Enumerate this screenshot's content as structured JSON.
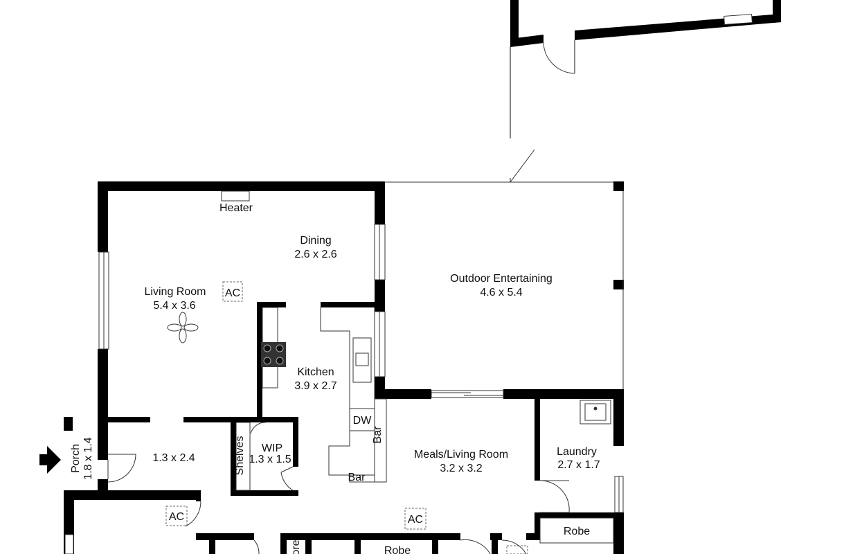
{
  "rooms": {
    "living": {
      "name": "Living Room",
      "dims": "5.4 x 3.6"
    },
    "dining": {
      "name": "Dining",
      "dims": "2.6 x 2.6"
    },
    "kitchen": {
      "name": "Kitchen",
      "dims": "3.9 x 2.7"
    },
    "outdoor": {
      "name": "Outdoor Entertaining",
      "dims": "4.6 x 5.4"
    },
    "entry": {
      "dims": "1.3 x 2.4"
    },
    "wip": {
      "name": "WIP",
      "dims": "1.3 x 1.5"
    },
    "porch": {
      "name": "Porch",
      "dims": "1.8 x 1.4"
    },
    "meals": {
      "name": "Meals/Living Room",
      "dims": "3.2 x 3.2"
    },
    "laundry": {
      "name": "Laundry",
      "dims": "2.7 x 1.7"
    }
  },
  "fixtures": {
    "heater": "Heater",
    "ac": "AC",
    "dw": "DW",
    "bar": "Bar",
    "shelves": "Shelves",
    "robe": "Robe",
    "store_partial": "ore"
  },
  "colors": {
    "wall": "#000000",
    "background": "#ffffff",
    "line": "#333333"
  }
}
